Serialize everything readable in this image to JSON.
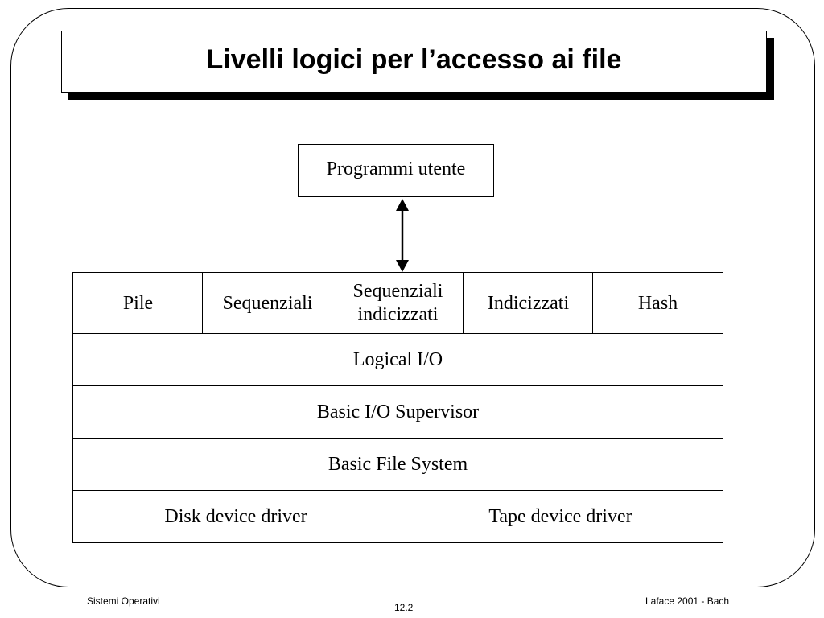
{
  "slide": {
    "title": "Livelli logici per l’accesso ai file"
  },
  "diagram": {
    "top_box": "Programmi utente",
    "organizations": [
      "Pile",
      "Sequenziali",
      "Sequenziali indicizzati",
      "Indicizzati",
      "Hash"
    ],
    "layers": [
      "Logical I/O",
      "Basic I/O Supervisor",
      "Basic File System"
    ],
    "drivers": [
      "Disk device driver",
      "Tape device driver"
    ]
  },
  "footer": {
    "left": "Sistemi Operativi",
    "center": "12.2",
    "right": "Laface 2001 - Bach"
  }
}
